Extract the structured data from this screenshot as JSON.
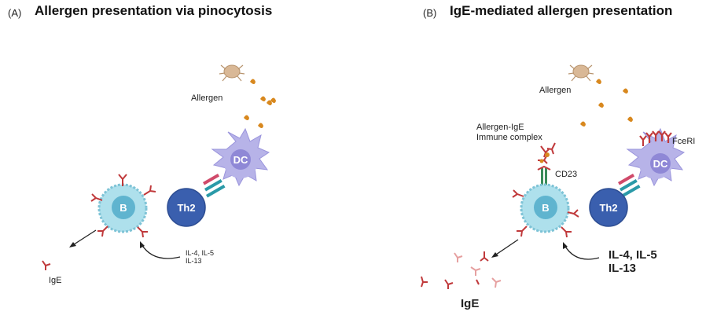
{
  "panel_a": {
    "letter": "(A)",
    "title": "Allergen presentation via pinocytosis",
    "allergen_label": "Allergen",
    "dc_label": "DC",
    "th2_label": "Th2",
    "b_label": "B",
    "cytokines_line1": "IL-4, IL-5",
    "cytokines_line2": "IL-13",
    "ige_label": "IgE"
  },
  "panel_b": {
    "letter": "(B)",
    "title": "IgE-mediated allergen presentation",
    "allergen_label": "Allergen",
    "complex_line1": "Allergen-IgE",
    "complex_line2": "Immune complex",
    "cd23_label": "CD23",
    "fceri_label": "FceRI",
    "dc_label": "DC",
    "th2_label": "Th2",
    "b_label": "B",
    "cytokines_line1": "IL-4, IL-5",
    "cytokines_line2": "IL-13",
    "ige_label": "IgE"
  },
  "colors": {
    "dc_fill": "#b7b3e8",
    "dc_nucleus": "#8f88d6",
    "th2_fill": "#3a5fae",
    "b_fill": "#aee0ec",
    "b_nucleus": "#5fb4cf",
    "antibody": "#c0393b",
    "antibody_light": "#e6a0a0",
    "allergen": "#d8881e",
    "tcr_pink": "#d04a6a",
    "tcr_teal": "#2a9aa8",
    "cd23_green": "#3b8c5a",
    "mite": "#d9b896"
  },
  "icons": [
    "dust-mite-icon",
    "allergen-particle-icon",
    "antibody-icon",
    "arrow-icon"
  ]
}
